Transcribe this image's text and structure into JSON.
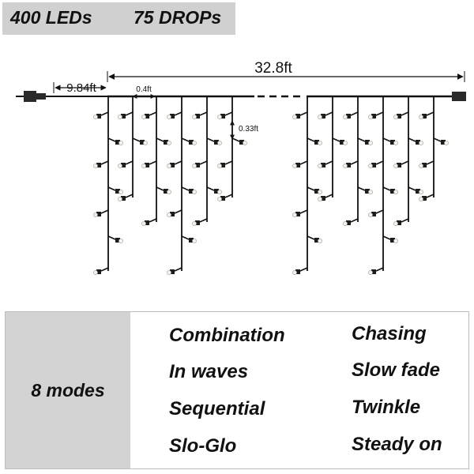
{
  "header": {
    "leds": "400 LEDs",
    "drops": "75 DROPs"
  },
  "diagram": {
    "total_length": "32.8ft",
    "lead_length": "9.84ft",
    "drop_spacing": "0.4ft",
    "led_spacing": "0.33ft"
  },
  "modes": {
    "title": "8 modes",
    "left_column": [
      "Combination",
      "In waves",
      "Sequential",
      "Slo-Glo"
    ],
    "right_column": [
      "Chasing",
      "Slow fade",
      "Twinkle",
      "Steady on"
    ]
  }
}
